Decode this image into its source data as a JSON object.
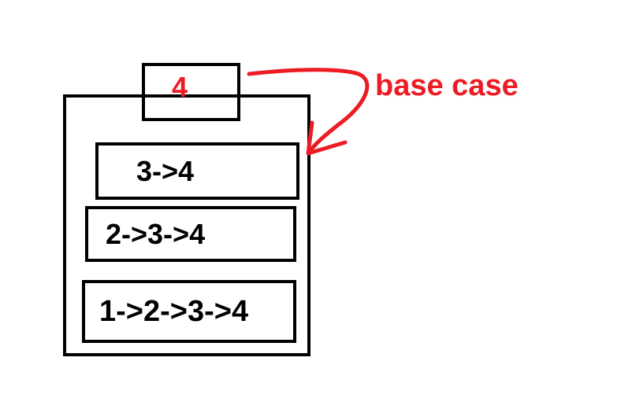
{
  "stack": {
    "top": {
      "label": "4",
      "color": "#ed1c24"
    },
    "frames": [
      {
        "label": "3->4"
      },
      {
        "label": "2->3->4"
      },
      {
        "label": "1->2->3->4"
      }
    ]
  },
  "annotation": {
    "label": "base case",
    "color": "#ed1c24"
  }
}
